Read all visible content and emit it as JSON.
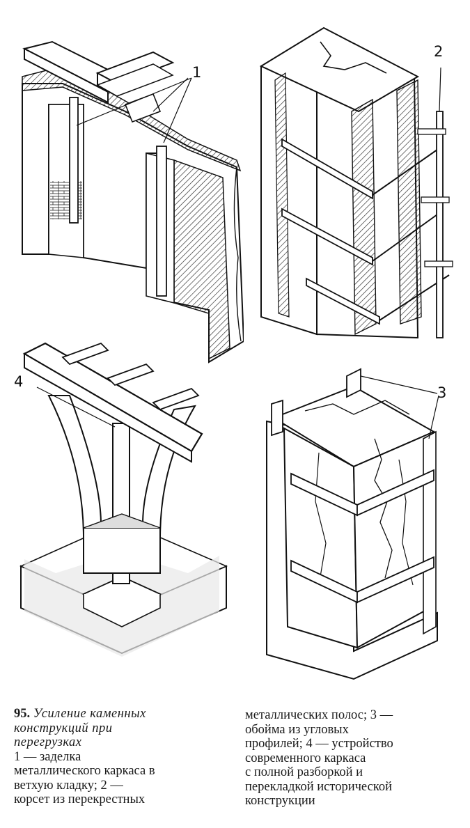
{
  "callouts": {
    "c1": "1",
    "c2": "2",
    "c3": "3",
    "c4": "4"
  },
  "caption": {
    "number": "95.",
    "title_lines": [
      "Усиление каменных",
      "конструкций при",
      "перегрузках"
    ],
    "left_lines": [
      [
        "1 — заделка"
      ],
      [
        "металлического",
        "каркаса",
        "в"
      ],
      [
        "ветхую кладку; 2 —"
      ],
      [
        "корсет",
        "из",
        "перекрестных"
      ]
    ],
    "right_lines": [
      "металлических полос; 3 —",
      "обойма из угловых",
      "профилей;  4 — устройство",
      "современного каркаса",
      "с полной разборкой и",
      "перекладкой исторической",
      "конструкции"
    ]
  }
}
